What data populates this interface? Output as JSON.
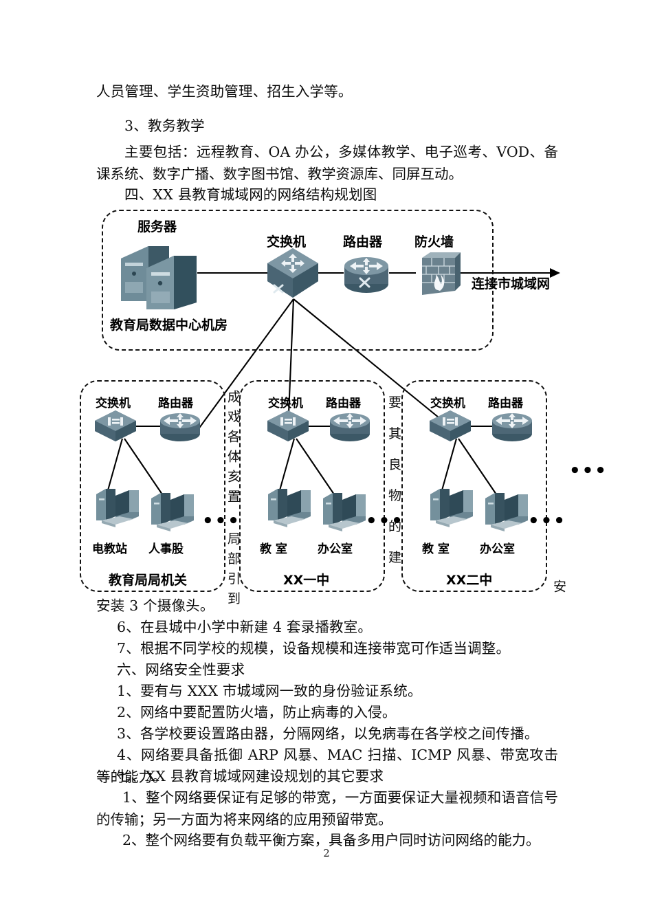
{
  "document": {
    "page_number": "2",
    "paragraphs": [
      {
        "id": "p1",
        "text": "人员管理、学生资助管理、招生入学等。"
      },
      {
        "id": "p2",
        "text": "3、教务教学"
      },
      {
        "id": "p3",
        "text": "主要包括：远程教育、OA 办公，多媒体教学、电子巡考、VOD、备课系统、数字广播、数字图书馆、教学资源库、同屏互动。"
      },
      {
        "id": "p4",
        "text": "四、XX 县教育城域网的网络结构规划图"
      },
      {
        "id": "p5",
        "text": "安装 3 个摄像头。"
      },
      {
        "id": "p6",
        "text": "6、在县城中小学中新建 4 套录播教室。"
      },
      {
        "id": "p7",
        "text": "7、根据不同学校的规模，设备规模和连接带宽可作适当调整。"
      },
      {
        "id": "p8",
        "text": "六、网络安全性要求"
      },
      {
        "id": "p9",
        "text": "1、要有与 XXX 市城域网一致的身份验证系统。"
      },
      {
        "id": "p10",
        "text": "2、网络中要配置防火墙，防止病毒的入侵。"
      },
      {
        "id": "p11",
        "text": "3、各学校要设置路由器，分隔网络，以免病毒在各学校之间传播。"
      },
      {
        "id": "p12",
        "text": "4、网络要具备抵御 ARP 风暴、MAC 扫描、ICMP 风暴、带宽攻击等的能力。"
      },
      {
        "id": "p13",
        "text": "七、XX 县教育城域网建设规划的其它要求"
      },
      {
        "id": "p14",
        "text": "1、整个网络要保证有足够的带宽，一方面要保证大量视频和语音信号的传输；另一方面为将来网络的应用预留带宽。"
      },
      {
        "id": "p15",
        "text": "2、整个网络要有负载平衡方案，具备多用户同时访问网络的能力。"
      }
    ]
  },
  "diagram": {
    "datacenter": {
      "caption": "教育局数据中心机房",
      "server_label": "服务器",
      "switch_label": "交换机",
      "router_label": "路由器",
      "firewall_label": "防火墙",
      "uplink_label": "连接市城域网"
    },
    "sites": [
      {
        "name": "教育局局机关",
        "switch_label": "交换机",
        "router_label": "路由器",
        "hosts": [
          "电教站",
          "人事股"
        ],
        "ellipsis": "•••"
      },
      {
        "name": "XX一中",
        "switch_label": "交换机",
        "router_label": "路由器",
        "hosts": [
          "教 室",
          "办公室"
        ],
        "ellipsis": "•••"
      },
      {
        "name": "XX二中",
        "switch_label": "交换机",
        "router_label": "路由器",
        "hosts": [
          "教 室",
          "办公室"
        ],
        "ellipsis": "•••"
      }
    ],
    "trailing_ellipsis": "•••",
    "overlay_text": [
      {
        "id": "ov1",
        "text": "成戏各体亥置  局部引到"
      },
      {
        "id": "ov2",
        "text": "要 其 良 物 的 建"
      },
      {
        "id": "ov3",
        "text": "安"
      }
    ]
  },
  "colors": {
    "device_top": "#7f98a6",
    "device_body": "#44606e",
    "device_dark": "#35505c",
    "line": "#000000",
    "text": "#0d0d0d"
  }
}
